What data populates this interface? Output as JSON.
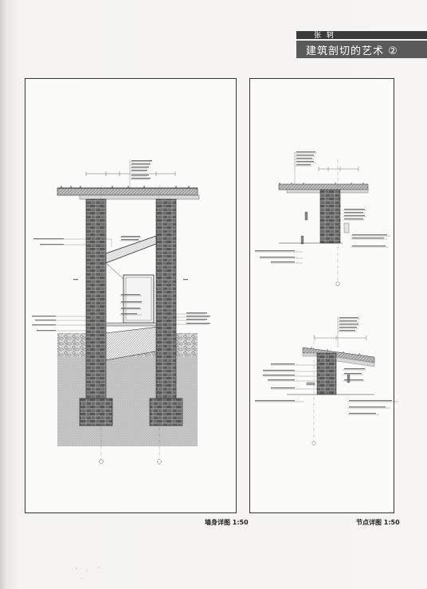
{
  "header": {
    "author": "张 轲",
    "title": "建筑剖切的艺术 ②"
  },
  "captions": {
    "left": "墙身详图   1:50",
    "right": "节点详图   1:50"
  }
}
